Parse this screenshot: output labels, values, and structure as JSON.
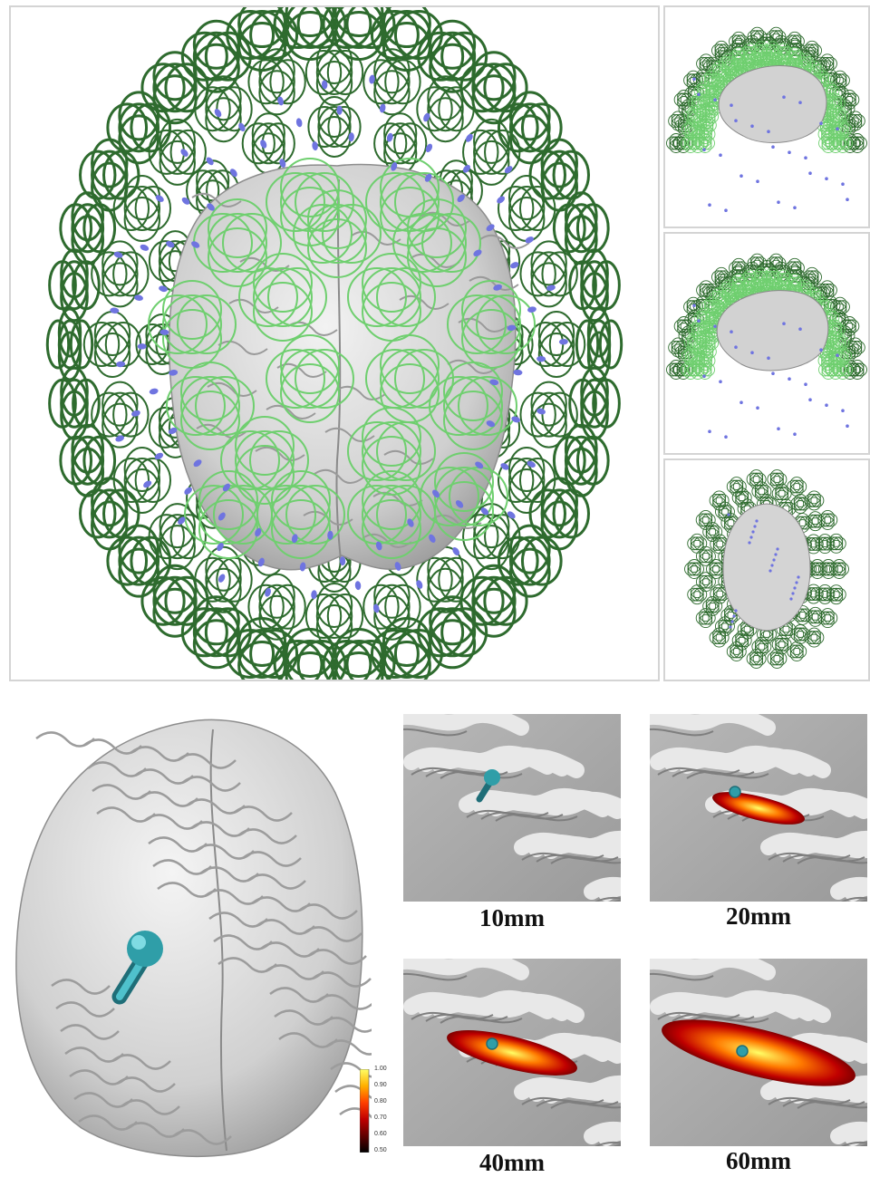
{
  "layout_panels": {
    "main_view": "top-view-meg-sensor-helmet",
    "side_views": [
      "lateral-view",
      "oblique-view",
      "bottom-view"
    ]
  },
  "colors": {
    "sensor_coil_dark": "#2e6b2e",
    "sensor_coil_light": "#6fcf6f",
    "electrode": "#6f74e0",
    "brain_surface": "#d8d8d8",
    "dipole": "#2f9ea8",
    "panel_border": "#d4d4d4"
  },
  "patch_panels": [
    {
      "label": "10mm",
      "extent": 0.0
    },
    {
      "label": "20mm",
      "extent": 0.28
    },
    {
      "label": "40mm",
      "extent": 0.55
    },
    {
      "label": "60mm",
      "extent": 1.0
    }
  ],
  "colorbar": {
    "ticks": [
      "1.00",
      "0.90",
      "0.80",
      "0.70",
      "0.60",
      "0.50"
    ],
    "colors": [
      "#ffff66",
      "#ffb000",
      "#ff4000",
      "#c00000",
      "#600000",
      "#000000"
    ]
  }
}
